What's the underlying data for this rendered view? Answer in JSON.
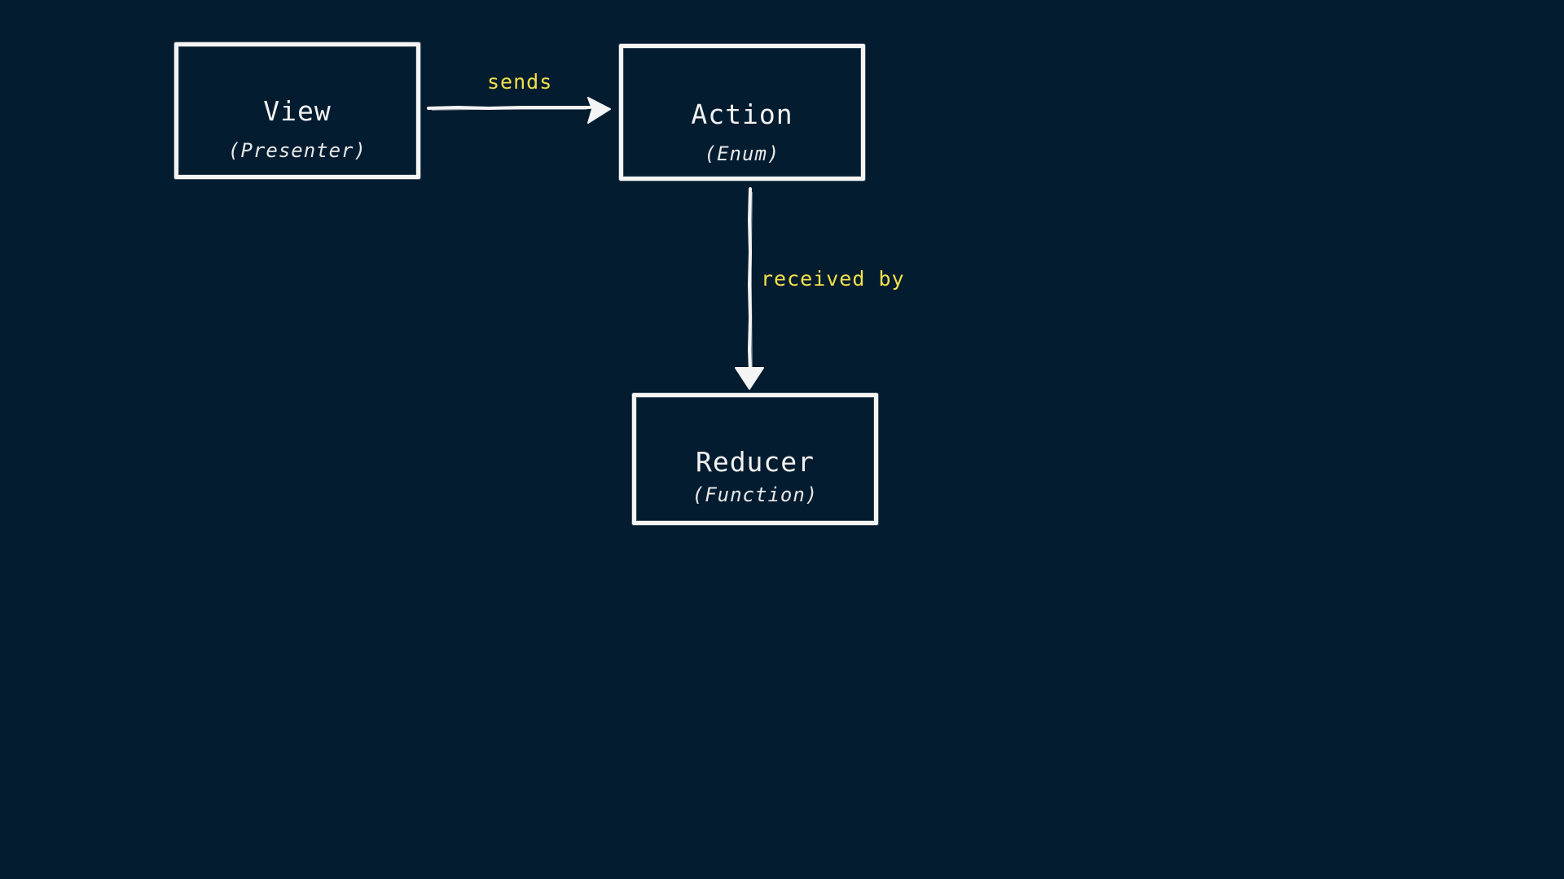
{
  "diagram": {
    "nodes": {
      "view": {
        "title": "View",
        "subtitle": "(Presenter)"
      },
      "action": {
        "title": "Action",
        "subtitle": "(Enum)"
      },
      "reducer": {
        "title": "Reducer",
        "subtitle": "(Function)"
      }
    },
    "edges": {
      "sends": {
        "label": "sends",
        "from": "view",
        "to": "action"
      },
      "received_by": {
        "label": "received by",
        "from": "action",
        "to": "reducer"
      }
    }
  },
  "colors": {
    "background": "#041c30",
    "box_border": "#f4f4f4",
    "node_text": "#f2f2f2",
    "edge_label": "#f0e14a"
  }
}
